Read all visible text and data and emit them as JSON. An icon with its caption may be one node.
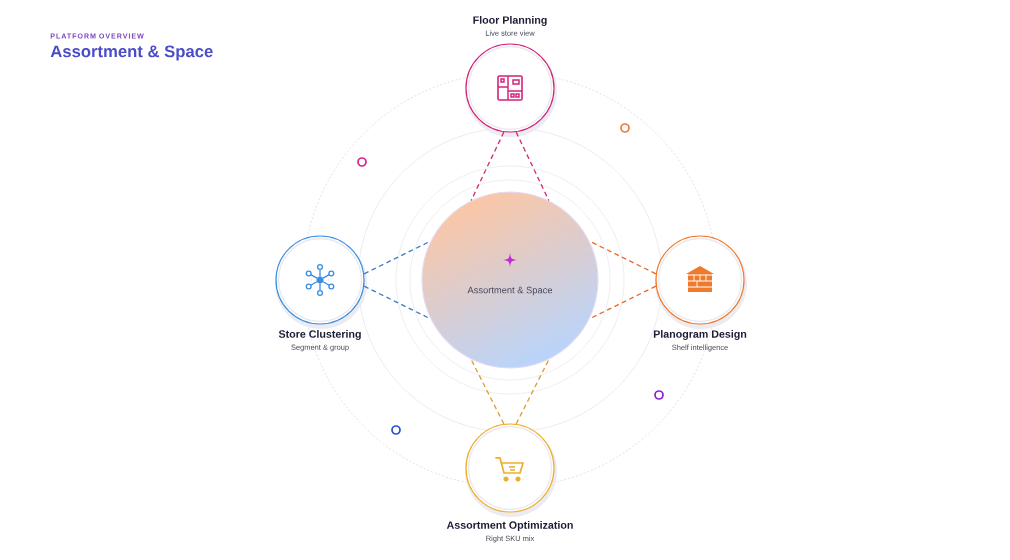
{
  "diagram": {
    "title": "Assortment & Space",
    "nodes": [
      {
        "text": [
          "Floor Planning",
          "Live store view"
        ]
      },
      {
        "text": [
          "Store Clustering",
          "Segment & group"
        ]
      },
      {
        "text": [
          "Assortment & Space"
        ]
      },
      {
        "text": [
          "Planogram Design",
          "Shelf intelligence"
        ]
      },
      {
        "text": [
          "Assortment Optimization",
          "Right SKU mix"
        ]
      }
    ],
    "edges": [
      {
        "from": 0,
        "to": 2,
        "arrow": "none",
        "style": "dashed",
        "color": "#d42a78"
      },
      {
        "from": 0,
        "to": 2,
        "arrow": "none",
        "style": "dashed",
        "color": "#d42a78"
      },
      {
        "from": 1,
        "to": 2,
        "arrow": "none",
        "style": "dashed",
        "color": "#3a7cc8"
      },
      {
        "from": 1,
        "to": 2,
        "arrow": "none",
        "style": "dashed",
        "color": "#3a7cc8"
      },
      {
        "from": 3,
        "to": 2,
        "arrow": "none",
        "style": "dashed",
        "color": "#e9692c"
      },
      {
        "from": 3,
        "to": 2,
        "arrow": "none",
        "style": "dashed",
        "color": "#e9692c"
      },
      {
        "from": 4,
        "to": 2,
        "arrow": "none",
        "style": "dashed",
        "color": "#dca032"
      },
      {
        "from": 4,
        "to": 2,
        "arrow": "none",
        "style": "dashed",
        "color": "#dca032"
      }
    ],
    "labels": [
      "PLATFORM OVERVIEW"
    ]
  }
}
